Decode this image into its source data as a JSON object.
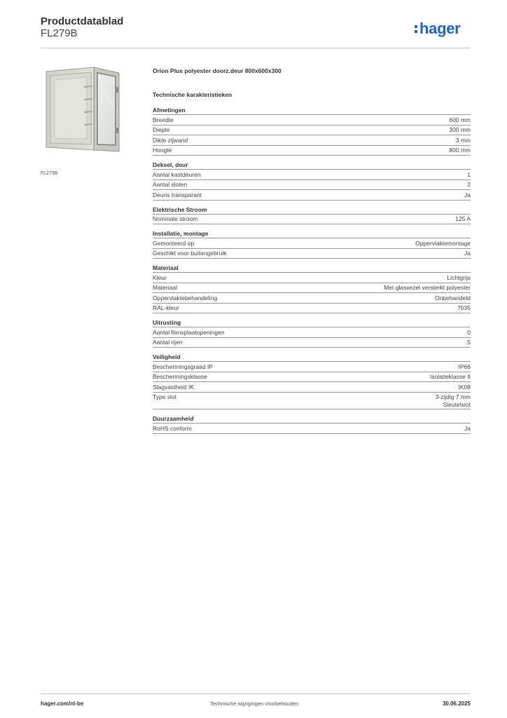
{
  "header": {
    "title": "Productdatablad",
    "code": "FL279B",
    "logo_text": "hager",
    "logo_color": "#1e64c8"
  },
  "image": {
    "caption": "FL279B",
    "icon": "enclosure-photo"
  },
  "product_name": "Orion Plus polyester doorz.deur 800x600x300",
  "tech_heading": "Technische karakteristieken",
  "sections": [
    {
      "title": "Afmetingen",
      "rows": [
        {
          "label": "Breedte",
          "value": "600 mm"
        },
        {
          "label": "Diepte",
          "value": "300 mm"
        },
        {
          "label": "Dikte zijwand",
          "value": "3 mm"
        },
        {
          "label": "Hoogte",
          "value": "800 mm"
        }
      ]
    },
    {
      "title": "Deksel, deur",
      "rows": [
        {
          "label": "Aantal kastdeuren",
          "value": "1"
        },
        {
          "label": "Aantal sloten",
          "value": "2"
        },
        {
          "label": "Deuris transparant",
          "value": "Ja"
        }
      ]
    },
    {
      "title": "Elektrische Stroom",
      "rows": [
        {
          "label": "Nominale stroom",
          "value": "125 A"
        }
      ]
    },
    {
      "title": "Installatie, montage",
      "rows": [
        {
          "label": "Gemonteerd op",
          "value": "Oppervlaktemontage"
        },
        {
          "label": "Geschikt voor buitengebruik",
          "value": "Ja"
        }
      ]
    },
    {
      "title": "Materiaal",
      "rows": [
        {
          "label": "Kleur",
          "value": "Lichtgrijs"
        },
        {
          "label": "Materiaal",
          "value": "Met glasvezel versterkt polyester"
        },
        {
          "label": "Oppervlaktebehandeling",
          "value": "Onbehandeld"
        },
        {
          "label": "RAL-kleur",
          "value": "7035"
        }
      ]
    },
    {
      "title": "Uitrusting",
      "rows": [
        {
          "label": "Aantal flensplaatopeningen",
          "value": "0"
        },
        {
          "label": "Aantal rijen",
          "value": "5"
        }
      ]
    },
    {
      "title": "Veiligheid",
      "rows": [
        {
          "label": "Beschermingsgraad IP",
          "value": "IP66"
        },
        {
          "label": "Beschermingsklasse",
          "value": "Isolatieklasse II"
        },
        {
          "label": "Slagvastheid IK",
          "value": "IK08"
        },
        {
          "label": "Type slot",
          "value": "3-zijdig 7 mm",
          "value2": "Sleutelslot"
        }
      ]
    },
    {
      "title": "Duurzaamheid",
      "rows": [
        {
          "label": "RoHS conform",
          "value": "Ja"
        }
      ]
    }
  ],
  "footer": {
    "url": "hager.com/nl-be",
    "notice": "Technische wijzigingen voorbehouden",
    "date": "30.06.2025"
  }
}
